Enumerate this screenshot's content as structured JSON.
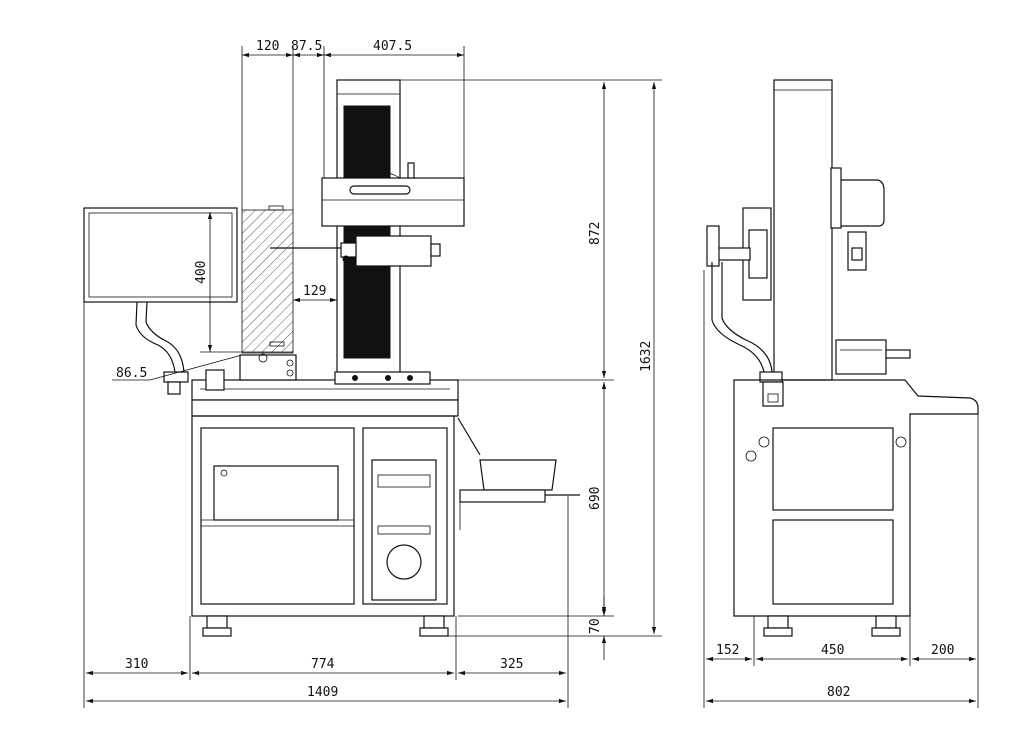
{
  "dimensions": {
    "top_120": "120",
    "top_87_5": "87.5",
    "top_407_5": "407.5",
    "monitor_400": "400",
    "offset_129": "129",
    "offset_86_5": "86.5",
    "height_872": "872",
    "height_1632": "1632",
    "height_690": "690",
    "height_70": "70",
    "bottom_310": "310",
    "bottom_774": "774",
    "bottom_325": "325",
    "bottom_1409": "1409",
    "side_152": "152",
    "side_450": "450",
    "side_200": "200",
    "side_802": "802"
  }
}
